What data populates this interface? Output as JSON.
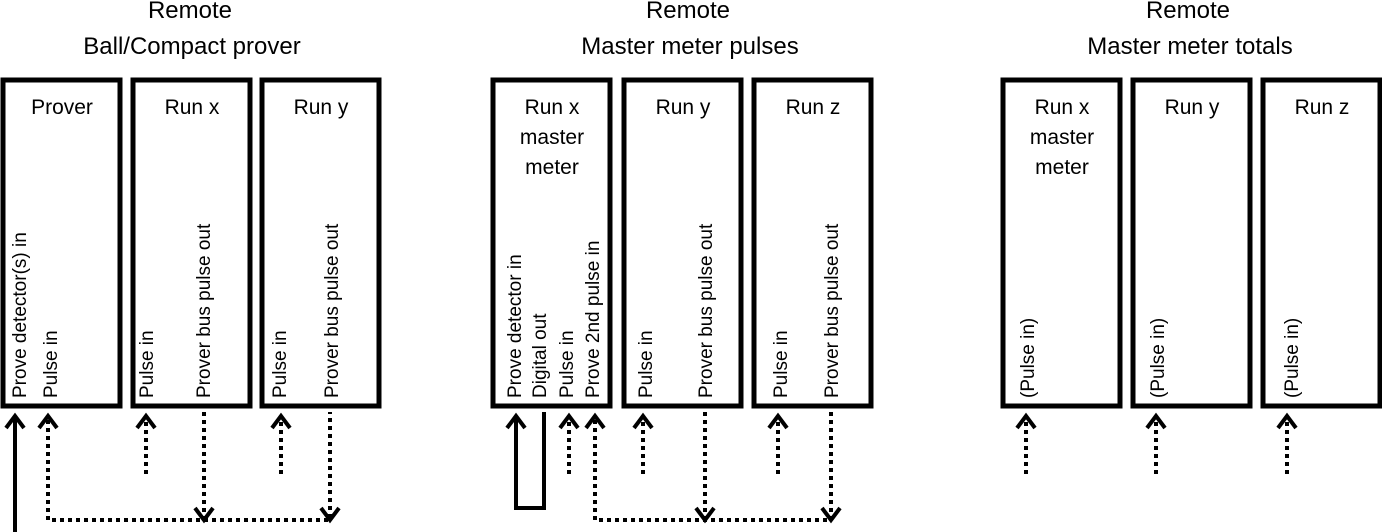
{
  "groups": [
    {
      "title_line1": "Remote",
      "title_line2": "Ball/Compact prover",
      "panels": [
        {
          "title_lines": [
            "Prover"
          ],
          "labels": [
            "Prove detector(s) in",
            "Pulse in"
          ]
        },
        {
          "title_lines": [
            "Run x"
          ],
          "labels": [
            "Pulse in",
            "Prover bus pulse out"
          ]
        },
        {
          "title_lines": [
            "Run y"
          ],
          "labels": [
            "Pulse in",
            "Prover bus pulse out"
          ]
        }
      ]
    },
    {
      "title_line1": "Remote",
      "title_line2": "Master meter pulses",
      "panels": [
        {
          "title_lines": [
            "Run x",
            "master",
            "meter"
          ],
          "labels": [
            "Prove detector in",
            "Digital out",
            "Pulse in",
            "Prove 2nd pulse in"
          ]
        },
        {
          "title_lines": [
            "Run y"
          ],
          "labels": [
            "Pulse in",
            "Prover bus pulse out"
          ]
        },
        {
          "title_lines": [
            "Run z"
          ],
          "labels": [
            "Pulse in",
            "Prover bus pulse out"
          ]
        }
      ]
    },
    {
      "title_line1": "Remote",
      "title_line2": "Master meter totals",
      "panels": [
        {
          "title_lines": [
            "Run x",
            "master",
            "meter"
          ],
          "labels": [
            "(Pulse in)"
          ]
        },
        {
          "title_lines": [
            "Run y"
          ],
          "labels": [
            "(Pulse in)"
          ]
        },
        {
          "title_lines": [
            "Run z"
          ],
          "labels": [
            "(Pulse in)"
          ]
        }
      ]
    }
  ]
}
